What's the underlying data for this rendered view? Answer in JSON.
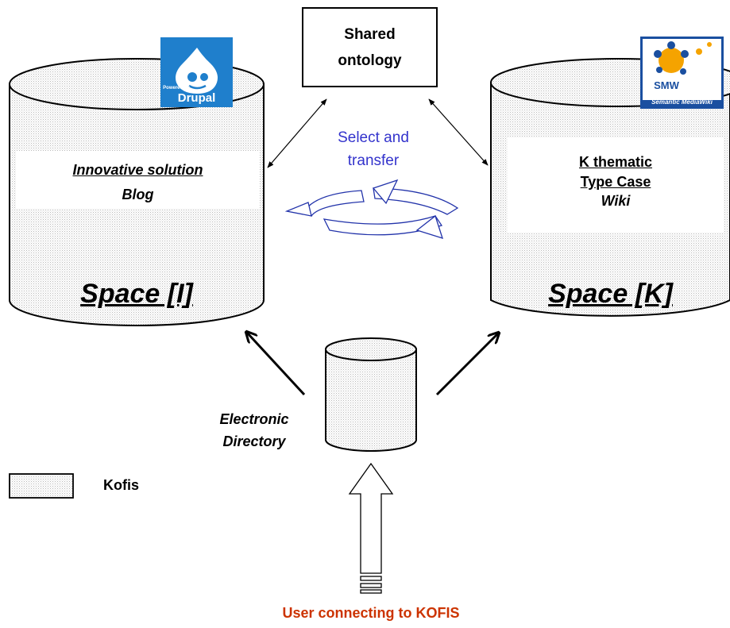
{
  "ontology": {
    "line1": "Shared",
    "line2": "ontology"
  },
  "left_space": {
    "logo_tag": "Powered by",
    "logo_text": "Drupal",
    "title": "Space [I]",
    "line1": "Innovative solution",
    "line2": "Blog"
  },
  "right_space": {
    "logo_text": "SMW",
    "logo_caption": "Semantic MediaWiki",
    "title": "Space [K]",
    "line1": "K thematic",
    "line2": "Type Case",
    "line3": "Wiki"
  },
  "transfer": {
    "line1": "Select and",
    "line2": "transfer"
  },
  "directory": {
    "line1": "Electronic",
    "line2": "Directory"
  },
  "legend": {
    "label": "Kofis"
  },
  "user": {
    "label": "User connecting to KOFIS"
  },
  "colors": {
    "transfer_blue": "#3333cc",
    "user_orange": "#cc3300",
    "drupal_blue": "#1f7fcc",
    "smw_orange": "#f5a300",
    "smw_blue": "#1a4fa0"
  }
}
